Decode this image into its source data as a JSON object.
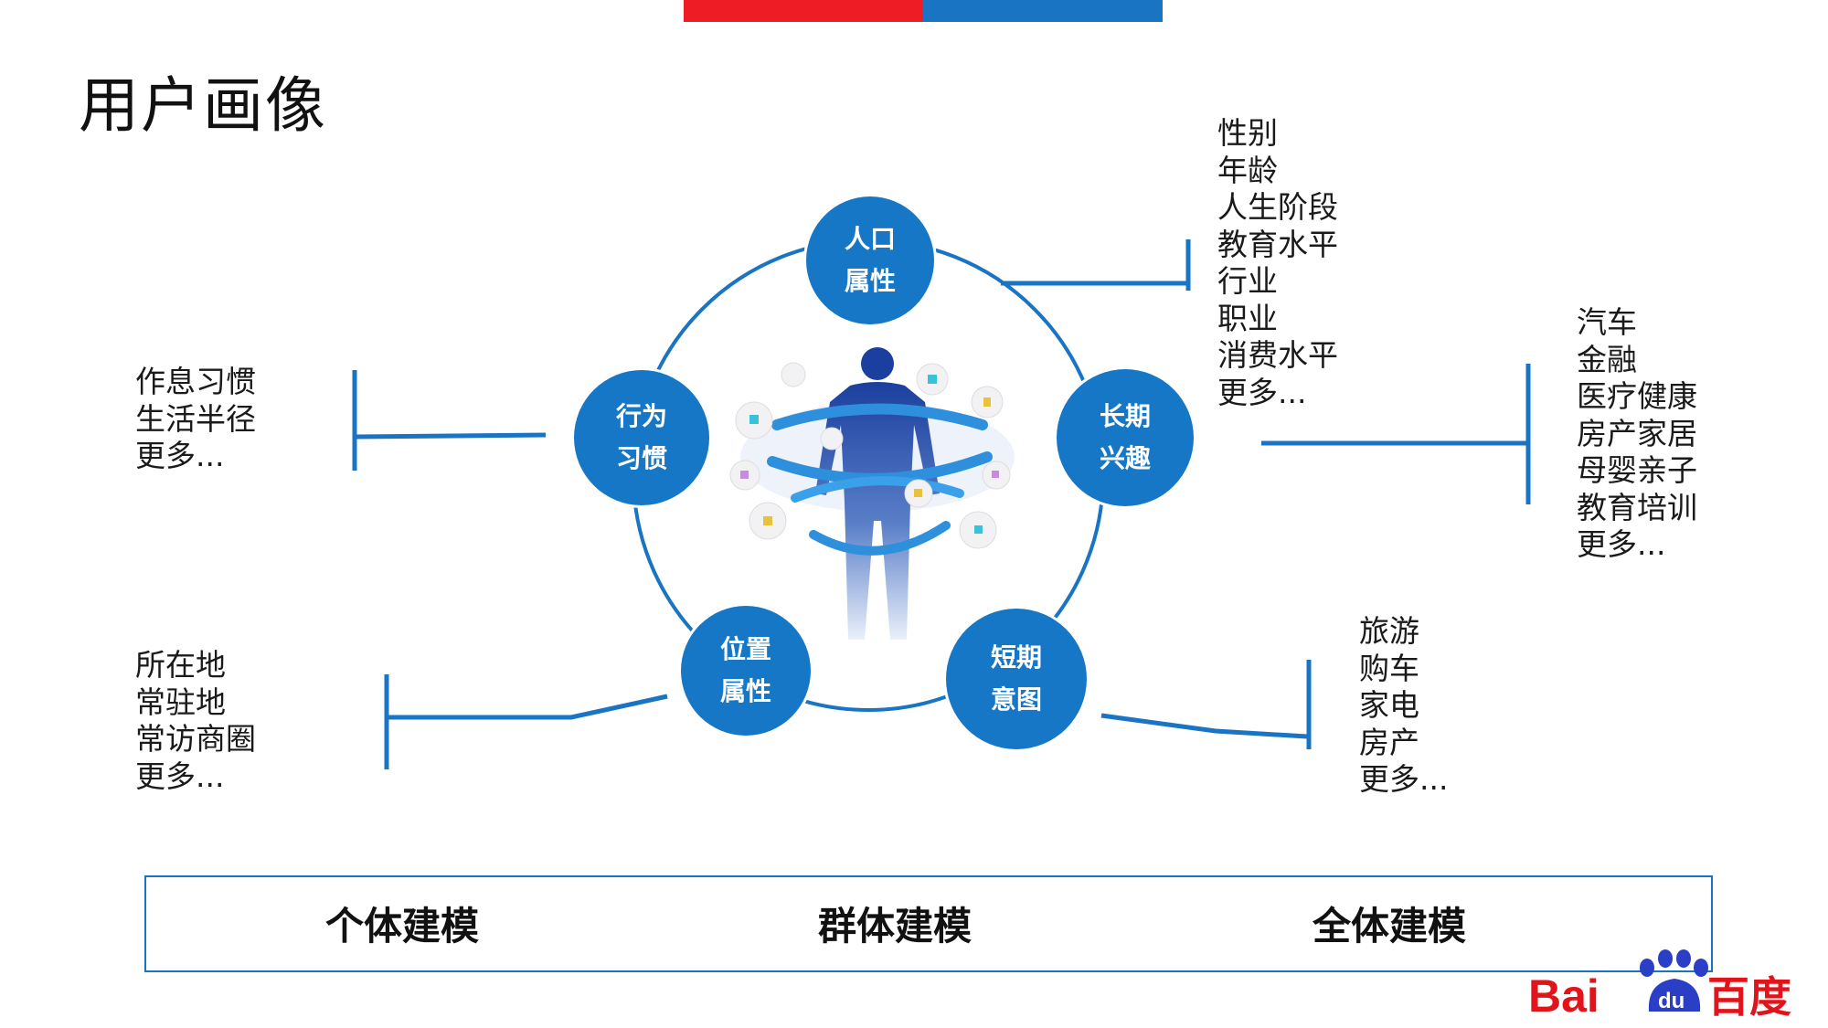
{
  "title": "用户画像",
  "colors": {
    "accent_red": "#ee1c25",
    "accent_blue": "#1a74c4",
    "node_blue": "#1677c7"
  },
  "center_nodes": [
    {
      "id": "demographic",
      "line1": "人口",
      "line2": "属性"
    },
    {
      "id": "long-term-interest",
      "line1": "长期",
      "line2": "兴趣"
    },
    {
      "id": "short-term-intent",
      "line1": "短期",
      "line2": "意图"
    },
    {
      "id": "location",
      "line1": "位置",
      "line2": "属性"
    },
    {
      "id": "behavior",
      "line1": "行为",
      "line2": "习惯"
    }
  ],
  "lists": {
    "demographic": [
      "性别",
      "年龄",
      "人生阶段",
      "教育水平",
      "行业",
      "职业",
      "消费水平",
      "更多..."
    ],
    "long_term_interest": [
      "汽车",
      "金融",
      "医疗健康",
      "房产家居",
      "母婴亲子",
      "教育培训",
      "更多..."
    ],
    "short_term_intent": [
      "旅游",
      "购车",
      "家电",
      "房产",
      "更多..."
    ],
    "location": [
      "所在地",
      "常驻地",
      "常访商圈",
      "更多..."
    ],
    "behavior": [
      "作息习惯",
      "生活半径",
      "更多..."
    ]
  },
  "bottom_labels": [
    "个体建模",
    "群体建模",
    "全体建模"
  ],
  "logo": {
    "left_text": "Bai",
    "paw_text": "du",
    "right_text": "百度"
  }
}
